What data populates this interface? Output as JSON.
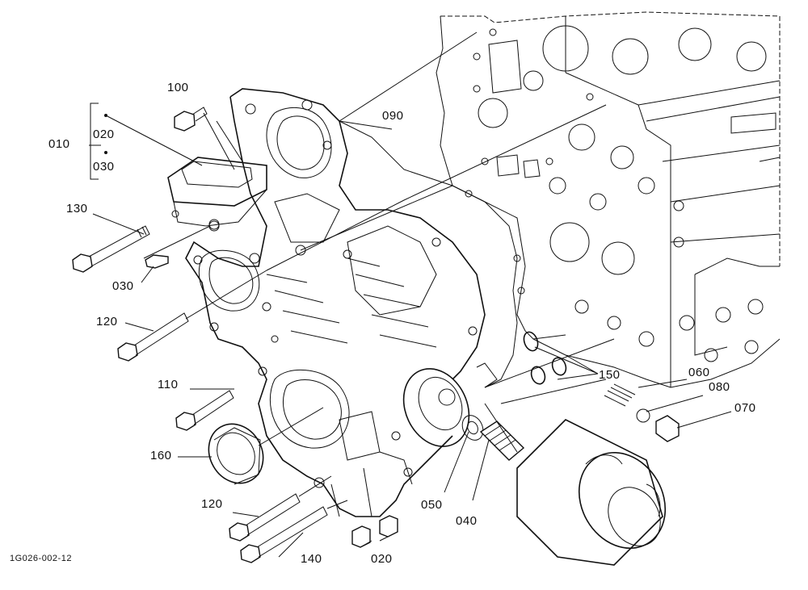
{
  "figure": {
    "reference_code": "1G026-002-12",
    "callouts": {
      "c010": "010",
      "c020_group": "020",
      "c030_group": "030",
      "c100": "100",
      "c090": "090",
      "c130": "130",
      "c030": "030",
      "c120_top": "120",
      "c110": "110",
      "c160": "160",
      "c120_bottom": "120",
      "c140": "140",
      "c020": "020",
      "c050": "050",
      "c040": "040",
      "c150": "150",
      "c060": "060",
      "c080": "080",
      "c070": "070"
    }
  }
}
